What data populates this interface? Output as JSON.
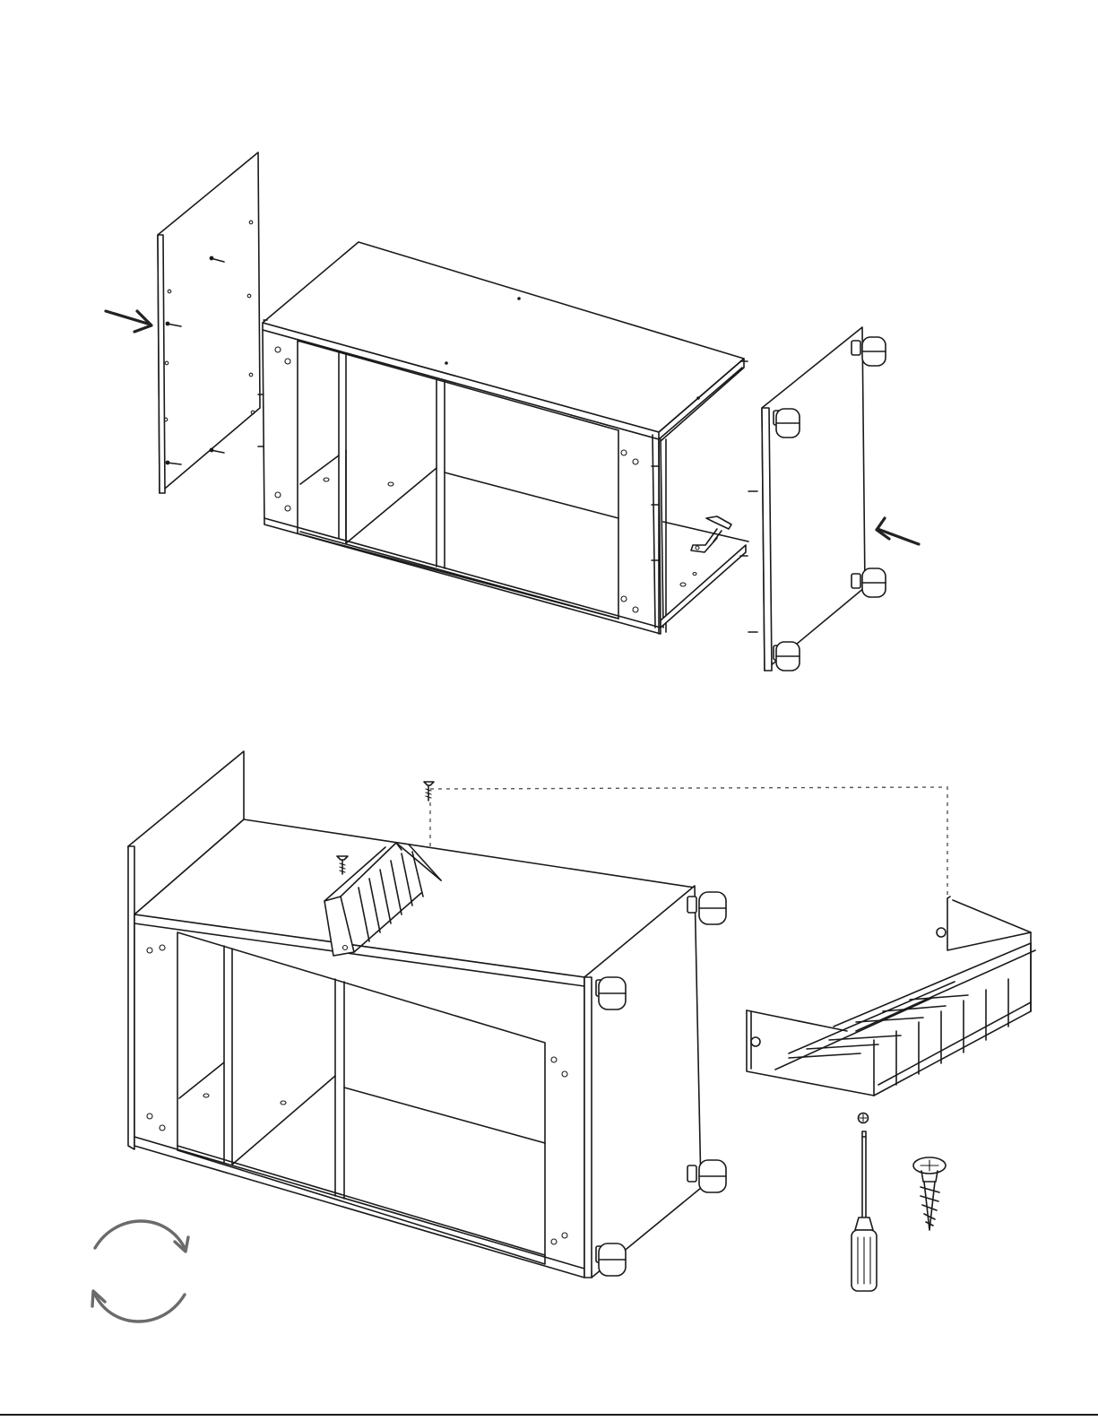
{
  "figure": {
    "type": "assembly-instruction",
    "steps": [
      {
        "name": "attach-side-panels",
        "parts": [
          "cabinet-body",
          "left-side-panel",
          "right-side-panel-with-wheels",
          "hinge",
          "dowels"
        ]
      },
      {
        "name": "attach-wire-basket",
        "parts": [
          "cabinet-body",
          "wire-basket",
          "screws",
          "screwdriver"
        ]
      }
    ],
    "tools": [
      "phillips-screwdriver",
      "wood-screw"
    ],
    "icons": [
      "push-arrow-icon",
      "rotate-icon",
      "phillips-head-icon"
    ],
    "colors": {
      "ink": "#1a1a1a",
      "rotate_icon": "#6b6b6b",
      "guide_line": "#555555",
      "background": "#ffffff"
    }
  }
}
